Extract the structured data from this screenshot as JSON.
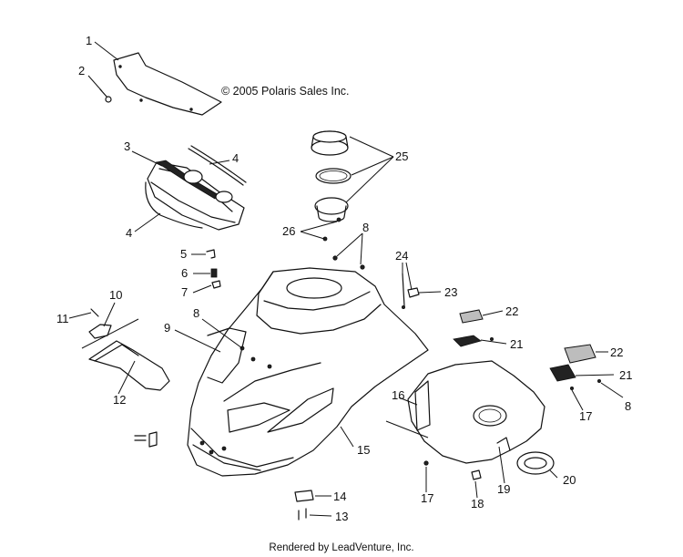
{
  "copyright": "© 2005 Polaris Sales Inc.",
  "footer": "Rendered by LeadVenture, Inc.",
  "callouts": [
    "1",
    "2",
    "3",
    "4",
    "4",
    "5",
    "6",
    "7",
    "8",
    "8",
    "8",
    "9",
    "10",
    "11",
    "12",
    "13",
    "14",
    "15",
    "16",
    "17",
    "17",
    "18",
    "19",
    "20",
    "21",
    "21",
    "22",
    "22",
    "23",
    "24",
    "25",
    "26"
  ],
  "colors": {
    "line": "#111111",
    "background": "#ffffff"
  }
}
